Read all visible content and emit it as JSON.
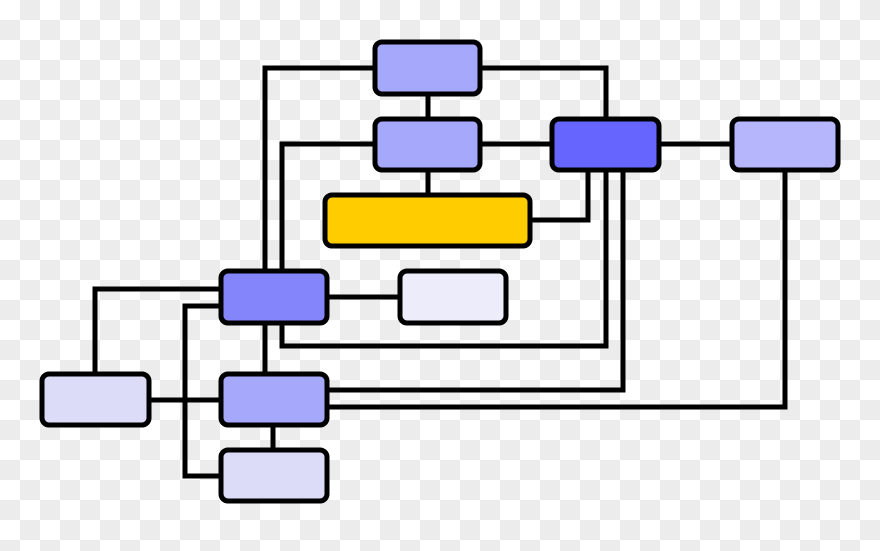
{
  "diagram": {
    "stroke_color": "#000000",
    "nodes": [
      {
        "id": "top",
        "fill": "#a6a8fb"
      },
      {
        "id": "upper-middle",
        "fill": "#a6a8fb"
      },
      {
        "id": "hub",
        "fill": "#6666ff"
      },
      {
        "id": "right",
        "fill": "#b5b6fb"
      },
      {
        "id": "highlight",
        "fill": "#ffcc00"
      },
      {
        "id": "left-hub",
        "fill": "#8585fb"
      },
      {
        "id": "pale",
        "fill": "#ececfb"
      },
      {
        "id": "far-left",
        "fill": "#dcdcf9"
      },
      {
        "id": "lower-middle",
        "fill": "#a6a8fb"
      },
      {
        "id": "bottom",
        "fill": "#dcdcf9"
      }
    ],
    "edges": [
      [
        "top",
        "left-hub"
      ],
      [
        "top",
        "hub"
      ],
      [
        "top",
        "upper-middle"
      ],
      [
        "upper-middle",
        "left-hub"
      ],
      [
        "upper-middle",
        "hub"
      ],
      [
        "hub",
        "right"
      ],
      [
        "upper-middle",
        "highlight"
      ],
      [
        "highlight",
        "hub"
      ],
      [
        "hub",
        "left-hub"
      ],
      [
        "hub",
        "lower-middle"
      ],
      [
        "right",
        "lower-middle"
      ],
      [
        "left-hub",
        "far-left"
      ],
      [
        "left-hub",
        "bottom"
      ],
      [
        "far-left",
        "lower-middle"
      ],
      [
        "left-hub",
        "lower-middle"
      ],
      [
        "left-hub",
        "pale"
      ],
      [
        "lower-middle",
        "bottom"
      ]
    ]
  }
}
